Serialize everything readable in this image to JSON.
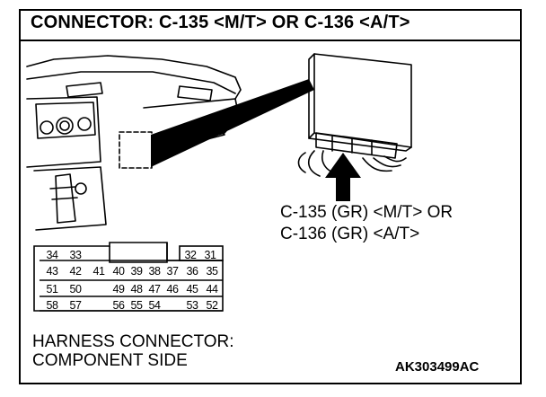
{
  "title": "CONNECTOR: C-135 <M/T> OR C-136 <A/T>",
  "callout": {
    "line1": "C-135 (GR) <M/T> OR",
    "line2": "C-136 (GR) <A/T>"
  },
  "footer": {
    "line1": "HARNESS CONNECTOR:",
    "line2": "COMPONENT SIDE"
  },
  "part_code": "AK303499AC",
  "connector_pins": {
    "row1": [
      "34",
      "33",
      "32",
      "31"
    ],
    "row2": [
      "43",
      "42",
      "41",
      "40",
      "39",
      "38",
      "37",
      "36",
      "35"
    ],
    "row3": [
      "51",
      "50",
      "49",
      "48",
      "47",
      "46",
      "45",
      "44"
    ],
    "row4": [
      "58",
      "57",
      "56",
      "55",
      "54",
      "53",
      "52"
    ]
  },
  "colors": {
    "line": "#000000",
    "background": "#ffffff"
  }
}
